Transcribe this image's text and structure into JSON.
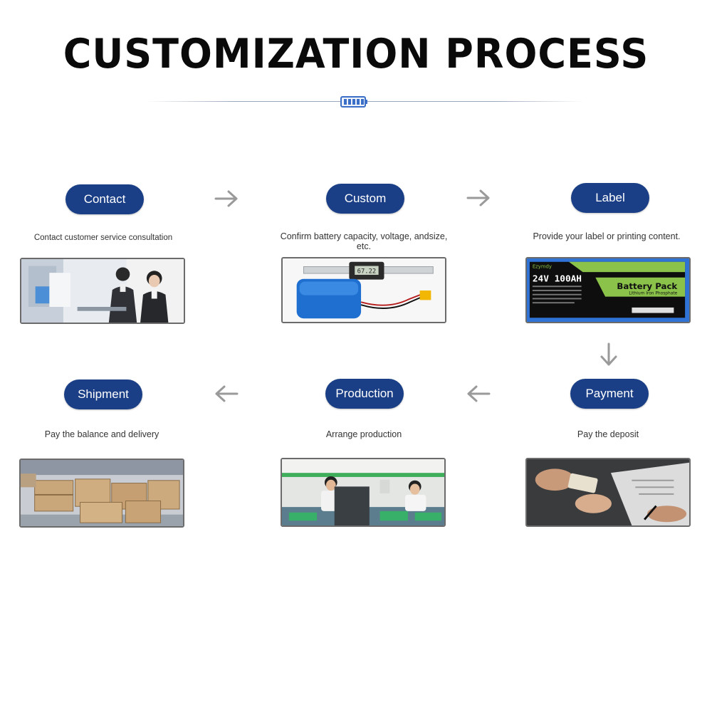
{
  "title": "CUSTOMIZATION PROCESS",
  "colors": {
    "pill": "#1a3f86",
    "arrow": "#9a9a9a",
    "divider": "#9aa8bd"
  },
  "steps": [
    {
      "label": "Contact",
      "desc": "Contact customer service consultation"
    },
    {
      "label": "Custom",
      "desc": "Confirm battery capacity, voltage, andsize, etc."
    },
    {
      "label": "Label",
      "desc": "Provide your label or printing content."
    },
    {
      "label": "Payment",
      "desc": "Pay the deposit"
    },
    {
      "label": "Production",
      "desc": "Arrange production"
    },
    {
      "label": "Shipment",
      "desc": "Pay the balance and delivery"
    }
  ],
  "label_photo": {
    "brand": "Ezymdy",
    "spec": "24V 100AH",
    "product": "Battery Pack",
    "chemistry": "Lithium Iron Phosphate"
  },
  "caliper_reading": "67.22"
}
